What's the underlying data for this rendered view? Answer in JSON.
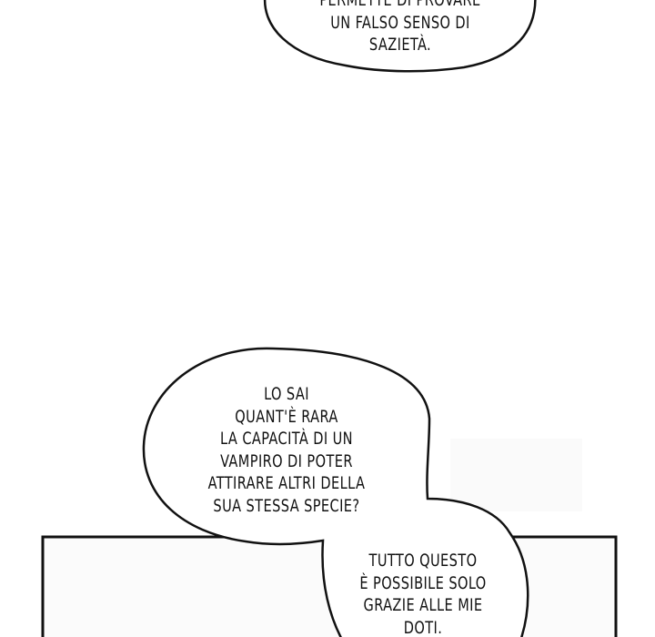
{
  "bubbles": [
    {
      "lines": [
        "PERMETTE DI PROVARE",
        "UN FALSO SENSO DI",
        "SAZIETÀ."
      ]
    },
    {
      "lines": [
        "LO SAI",
        "QUANT'È RARA",
        "LA CAPACITÀ DI UN",
        "VAMPIRO DI POTER",
        "ATTIRARE ALTRI DELLA",
        "SUA STESSA SPECIE?"
      ]
    },
    {
      "lines": [
        "TUTTO QUESTO",
        "È POSSIBILE SOLO",
        "GRAZIE ALLE MIE",
        "DOTI."
      ]
    }
  ]
}
